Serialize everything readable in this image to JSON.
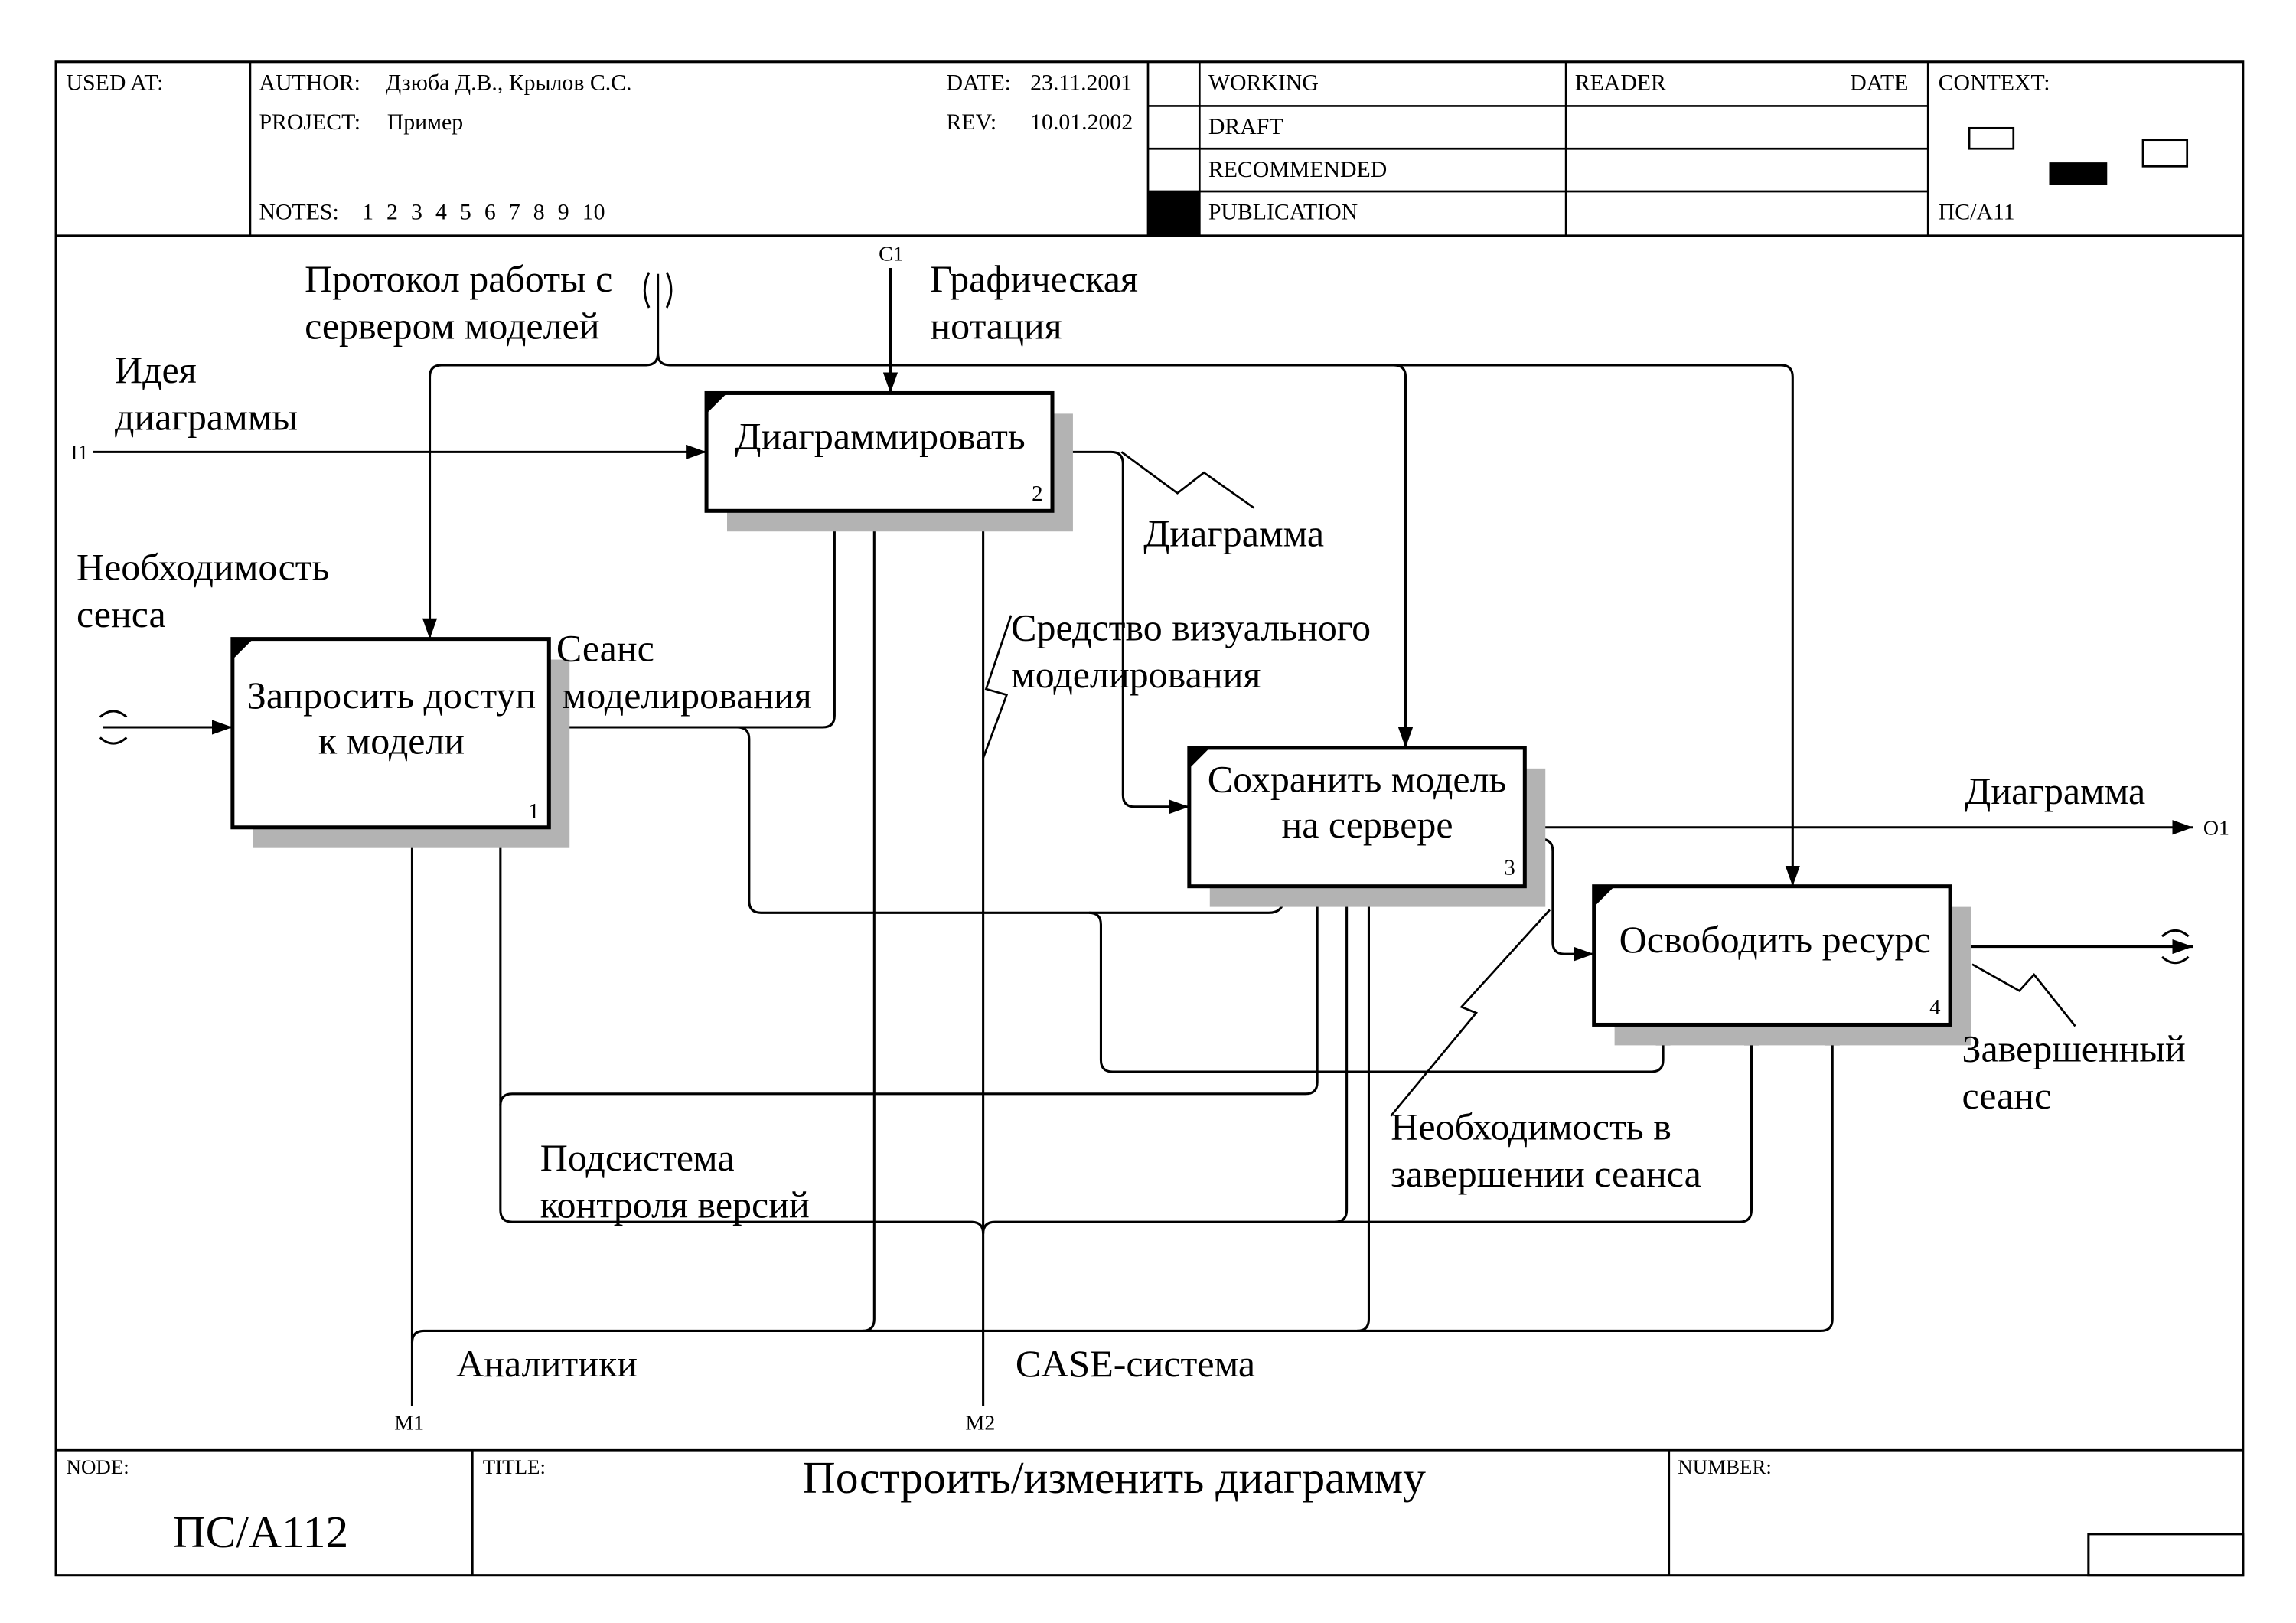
{
  "header": {
    "used_at_label": "USED AT:",
    "author_label": "AUTHOR:",
    "author": "Дзюба Д.В., Крылов С.С.",
    "project_label": "PROJECT:",
    "project": "Пример",
    "notes_label": "NOTES:",
    "notes": "1 2 3 4 5 6 7 8 9 10",
    "date_label": "DATE:",
    "date": "23.11.2001",
    "rev_label": "REV:",
    "rev": "10.01.2002",
    "status": [
      "WORKING",
      "DRAFT",
      "RECOMMENDED",
      "PUBLICATION"
    ],
    "status_selected": "PUBLICATION",
    "reader_label": "READER",
    "reader_date_label": "DATE",
    "context_label": "CONTEXT:",
    "context_node": "ПС/A11"
  },
  "activities": [
    {
      "number": "1",
      "name": [
        "Запросить доступ",
        "к модели"
      ]
    },
    {
      "number": "2",
      "name": [
        "Диаграммировать"
      ]
    },
    {
      "number": "3",
      "name": [
        "Сохранить модель",
        "на сервере"
      ]
    },
    {
      "number": "4",
      "name": [
        "Освободить ресурс"
      ]
    }
  ],
  "arrows": {
    "idea": {
      "code": "I1",
      "label": [
        "Идея",
        "диаграммы"
      ]
    },
    "need_session": {
      "label": [
        "Необходимость",
        "сенса"
      ],
      "tunneled": true
    },
    "notation": {
      "code": "C1",
      "label": [
        "Графическая",
        "нотация"
      ]
    },
    "protocol": {
      "label": [
        "Протокол работы с",
        "сервером моделей"
      ],
      "tunneled": true
    },
    "diagram_draft": {
      "label": [
        "Диаграмма"
      ]
    },
    "modeling_session": {
      "label": [
        "Сеанс",
        "моделирования"
      ]
    },
    "diagram_out": {
      "code": "O1",
      "label": [
        "Диаграмма"
      ]
    },
    "need_finish": {
      "label": [
        "Необходимость в",
        "завершении сеанса"
      ]
    },
    "finished_session": {
      "label": [
        "Завершенный",
        "сеанс"
      ],
      "tunneled": true
    },
    "analysts": {
      "code": "M1",
      "label": [
        "Аналитики"
      ]
    },
    "case_system": {
      "code": "M2",
      "label": [
        "CASE-система"
      ]
    },
    "version_control": {
      "label": [
        "Подсистема",
        "контроля версий"
      ]
    },
    "visual_tool": {
      "label": [
        "Средство визуального",
        "моделирования"
      ]
    }
  },
  "footer": {
    "node_label": "NODE:",
    "node": "ПС/A112",
    "title_label": "TITLE:",
    "title": "Построить/изменить диаграмму",
    "number_label": "NUMBER:"
  },
  "colors": {
    "shadow": "#b3b3b3",
    "ink": "#000000"
  }
}
